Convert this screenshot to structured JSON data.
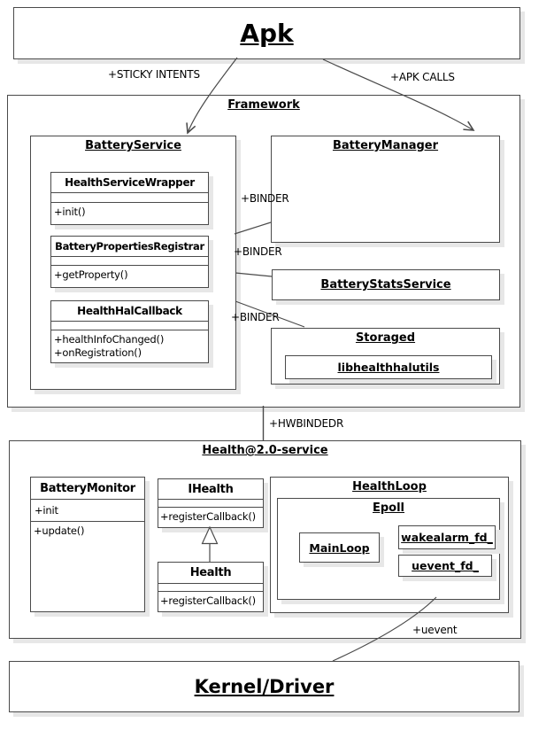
{
  "colors": {
    "border": "#4a4a4a",
    "shadow": "#e7e7e7",
    "background": "#ffffff",
    "text": "#000000"
  },
  "apk": {
    "title": "Apk"
  },
  "edges": {
    "sticky_intents": "+STICKY INTENTS",
    "apk_calls": "+APK CALLS",
    "binder_top": "+BINDER",
    "binder_mid": "+BINDER",
    "binder_bottom": "+BINDER",
    "hwbinder": "+HWBINDEDR",
    "uevent": "+uevent"
  },
  "framework": {
    "title": "Framework",
    "battery_service": {
      "title": "BatteryService",
      "health_service_wrapper": {
        "name": "HealthServiceWrapper",
        "methods": [
          "+init()"
        ]
      },
      "battery_properties_registrar": {
        "name": "BatteryPropertiesRegistrar",
        "methods": [
          "+getProperty()"
        ]
      },
      "health_hal_callback": {
        "name": "HealthHalCallback",
        "methods": [
          "+healthInfoChanged()",
          "+onRegistration()"
        ]
      }
    },
    "battery_manager": {
      "title": "BatteryManager"
    },
    "battery_stats_service": {
      "title": "BatteryStatsService"
    },
    "storaged": {
      "title": "Storaged",
      "libhealthhalutils": "libhealthhalutils"
    }
  },
  "health_service": {
    "title": "Health@2.0-service",
    "battery_monitor": {
      "name": "BatteryMonitor",
      "methods": [
        "+init",
        "+update()"
      ]
    },
    "ihealth": {
      "name": "IHealth",
      "methods": [
        "+registerCallback()"
      ]
    },
    "health": {
      "name": "Health",
      "methods": [
        "+registerCallback()"
      ]
    },
    "health_loop": {
      "title": "HealthLoop",
      "epoll": {
        "title": "Epoll",
        "main_loop": "MainLoop",
        "wakealarm_fd": "wakealarm_fd_",
        "uevent_fd": "uevent_fd_"
      }
    }
  },
  "kernel": {
    "title": "Kernel/Driver"
  }
}
